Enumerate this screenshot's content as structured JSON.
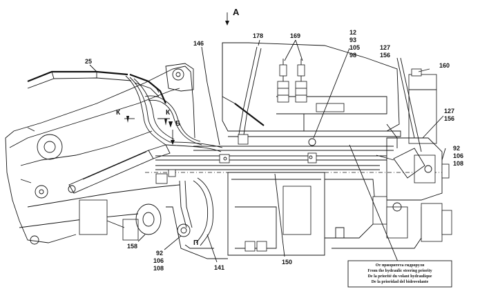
{
  "view_marker": "A",
  "section_marks": {
    "k_left": "К",
    "k_right": "К",
    "b": "Б",
    "p": "П"
  },
  "callouts": {
    "c25": "25",
    "c146": "146",
    "c178": "178",
    "c169": "169",
    "c12": "12",
    "c93": "93",
    "c105": "105",
    "c98": "98",
    "c127_top": "127",
    "c156_top": "156",
    "c160": "160",
    "c127_mid": "127",
    "c156_mid": "156",
    "c92_right": "92",
    "c106_right": "106",
    "c108_right": "108",
    "c158": "158",
    "c92_bottom": "92",
    "c106_bottom": "106",
    "c108_bottom": "108",
    "c141": "141",
    "c150": "150"
  },
  "note_box": {
    "lines": [
      "От приоритета гидроруля",
      "From the hydraulic steering priority",
      "De la priorité du volant hydraulique",
      "De la prioridad del bidrovolante"
    ]
  }
}
